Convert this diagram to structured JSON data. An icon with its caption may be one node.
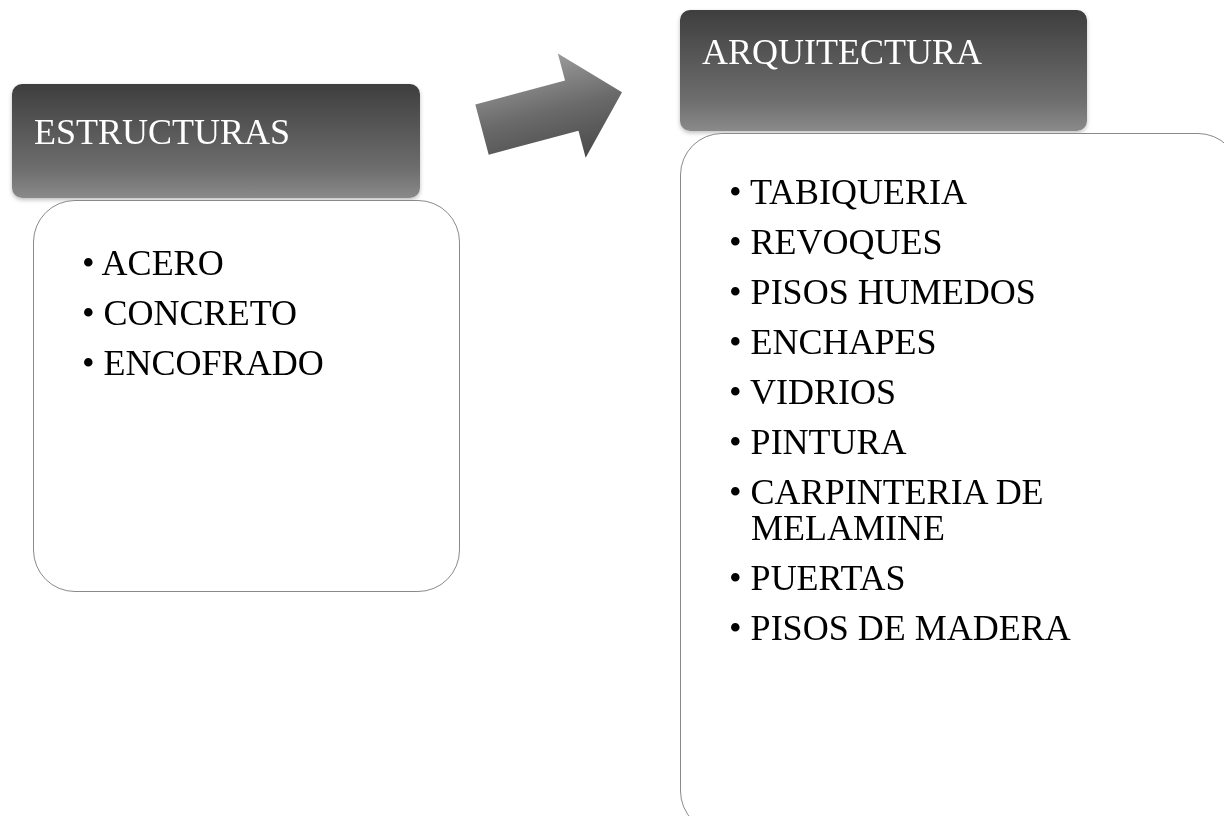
{
  "diagram": {
    "nodes": [
      {
        "text": [
          "ESTRUCTURAS"
        ]
      },
      {
        "text": [
          "• ACERO",
          "• CONCRETO",
          "• ENCOFRADO"
        ]
      },
      {
        "text": [
          "ARQUITECTURA"
        ]
      },
      {
        "text": [
          "• TABIQUERIA",
          "• REVOQUES",
          "• PISOS HUMEDOS",
          "• ENCHAPES",
          "• VIDRIOS",
          "• PINTURA",
          "• CARPINTERIA DE MELAMINE",
          "• PUERTAS",
          "• PISOS DE MADERA"
        ]
      }
    ],
    "edges": [
      {
        "from": 0,
        "to": 2,
        "arrow": "to"
      }
    ]
  }
}
